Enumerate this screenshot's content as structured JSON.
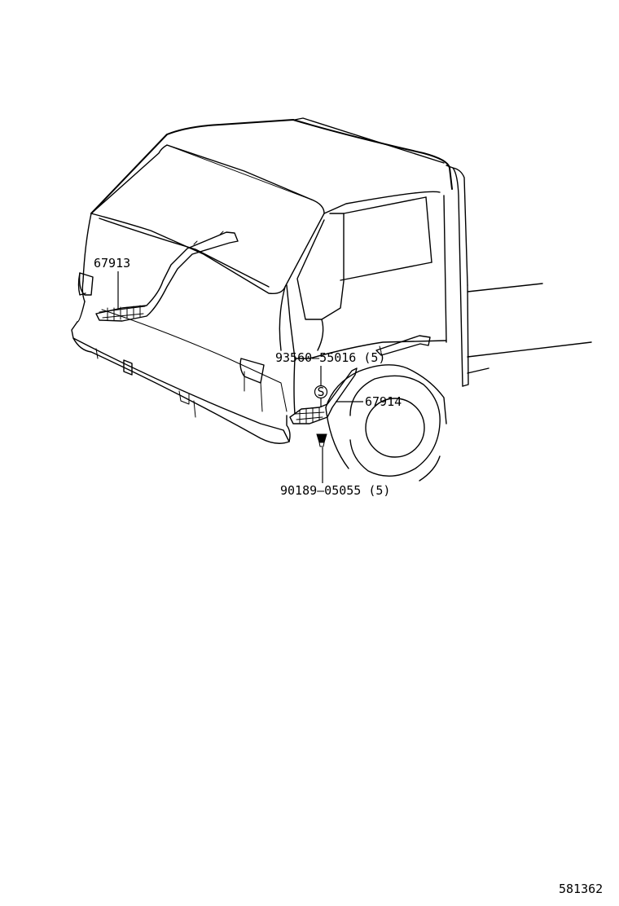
{
  "callouts": {
    "part_67913": "67913",
    "part_93560": "93560–55016 (5)",
    "part_67914": "67914",
    "part_90189": "90189–05055 (5)",
    "symbol_s": "S"
  },
  "page_code": "581362",
  "colors": {
    "ink": "#000000",
    "paper": "#ffffff"
  }
}
